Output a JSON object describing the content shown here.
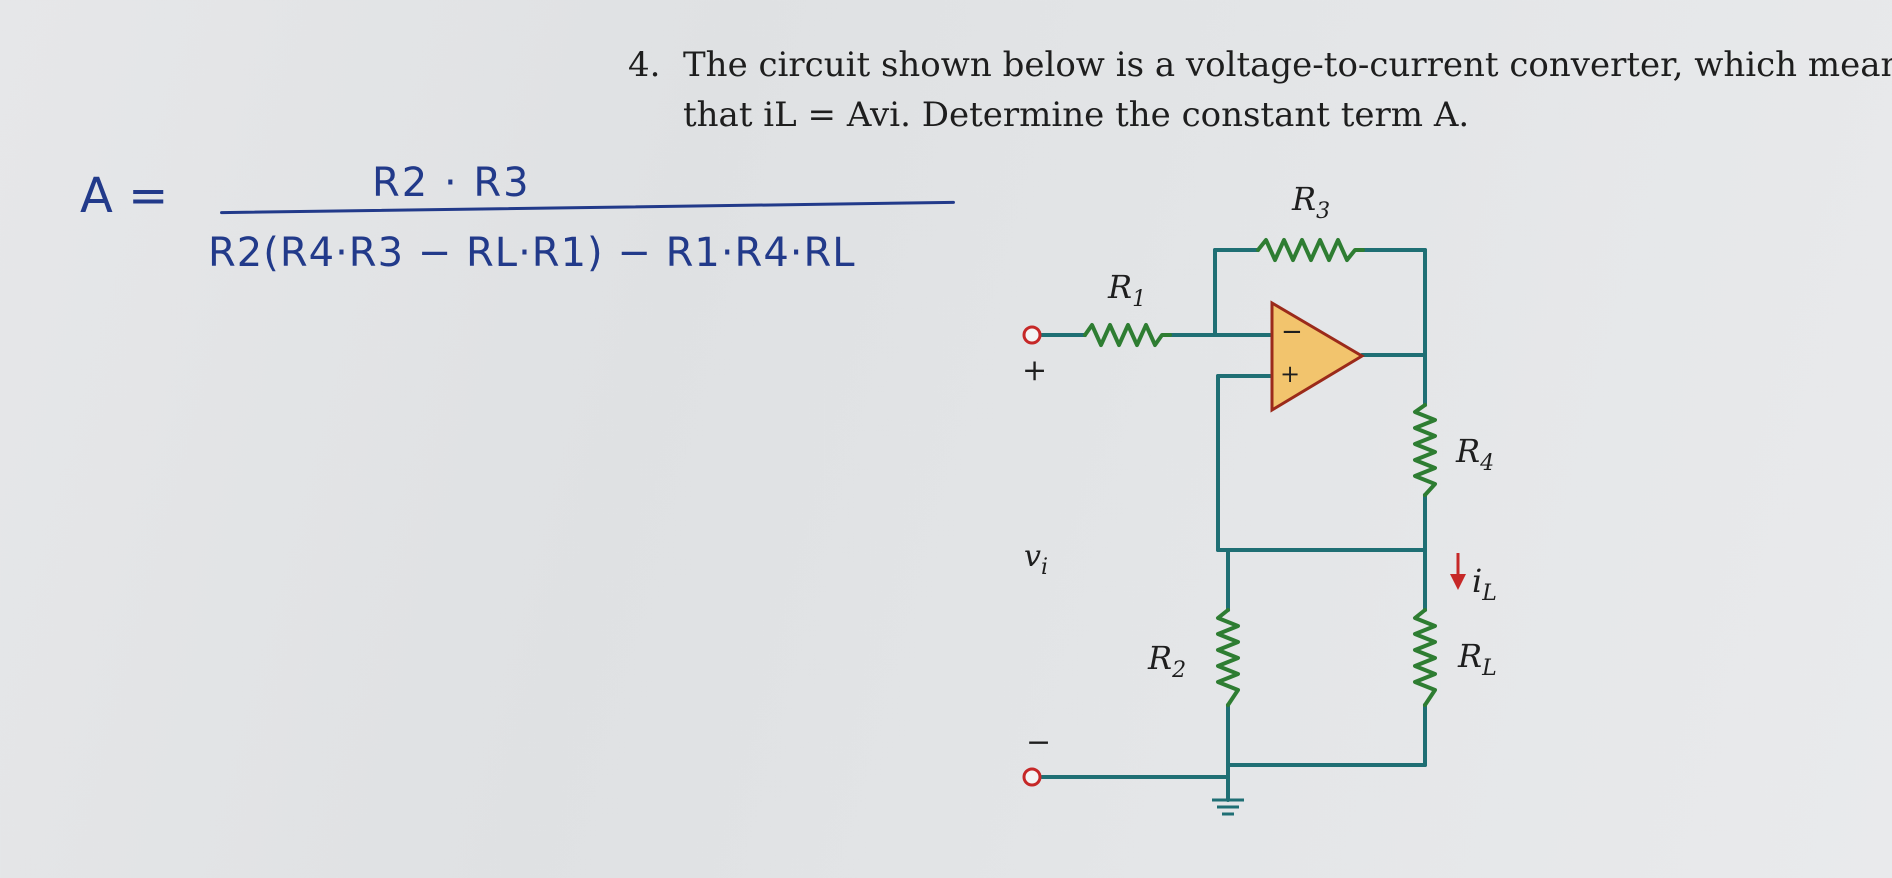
{
  "problem": {
    "number": "4.",
    "line1": "The circuit shown below is a voltage-to-current converter, which means",
    "line2": "that iL = Avi. Determine the constant term A."
  },
  "handwritten_answer": {
    "lhs": "A =",
    "numerator": "R2 · R3",
    "denominator": "R2(R4·R3 − RL·R1) − R1·R4·RL"
  },
  "circuit": {
    "labels": {
      "r1": "R",
      "r1_sub": "1",
      "r2": "R",
      "r2_sub": "2",
      "r3": "R",
      "r3_sub": "3",
      "r4": "R",
      "r4_sub": "4",
      "rl": "R",
      "rl_sub": "L",
      "il": "i",
      "il_sub": "L",
      "vi": "v",
      "vi_sub": "i",
      "plus_terminal": "+",
      "minus_terminal": "−",
      "opamp_inverting": "−",
      "opamp_noninverting": "+"
    },
    "colors": {
      "wire": "#1f6f74",
      "resistor": "#2e7d32",
      "opamp_fill": "#f2c46d",
      "opamp_stroke": "#9b2a1a",
      "current_arrow": "#c62828"
    }
  }
}
